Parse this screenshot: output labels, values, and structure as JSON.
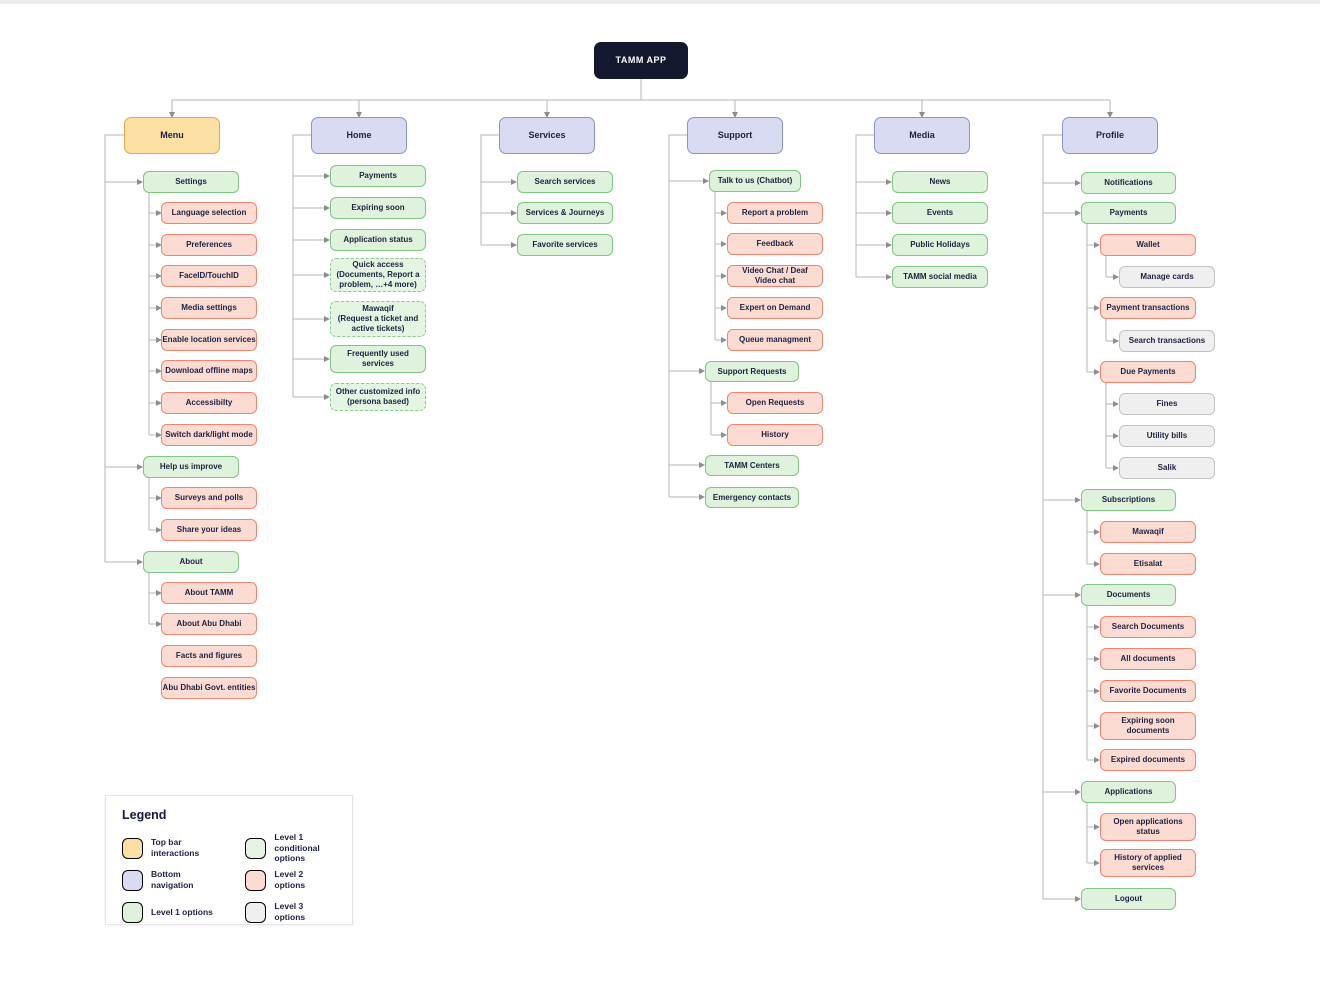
{
  "root": {
    "label": "TAMM APP"
  },
  "branches": {
    "menu": {
      "label": "Menu",
      "settings": "Settings",
      "settings_items": [
        "Language selection",
        "Preferences",
        "FaceID/TouchID",
        "Media settings",
        "Enable location services",
        "Download offline maps",
        "Accessibilty",
        "Switch dark/light mode"
      ],
      "help_us_improve": "Help us improve",
      "help_items": [
        "Surveys and polls",
        "Share your ideas"
      ],
      "about": "About",
      "about_items": [
        "About TAMM",
        "About Abu Dhabi",
        "Facts and figures",
        "Abu Dhabi Govt. entities"
      ]
    },
    "home": {
      "label": "Home",
      "items": [
        "Payments",
        "Expiring soon",
        "Application status",
        "Quick access\n(Documents, Report a\nproblem, …+4 more)",
        "Mawaqif\n(Request a ticket and\nactive tickets)",
        "Frequently used\nservices",
        "Other customized info\n(persona based)"
      ]
    },
    "services": {
      "label": "Services",
      "items": [
        "Search services",
        "Services & Journeys",
        "Favorite services"
      ]
    },
    "support": {
      "label": "Support",
      "talk_to_us": "Talk to us (Chatbot)",
      "talk_items": [
        "Report a problem",
        "Feedback",
        "Video Chat / Deaf\nVideo chat",
        "Expert on Demand",
        "Queue managment"
      ],
      "support_requests": "Support Requests",
      "request_items": [
        "Open Requests",
        "History"
      ],
      "tamm_centers": "TAMM Centers",
      "emergency_contacts": "Emergency contacts"
    },
    "media": {
      "label": "Media",
      "items": [
        "News",
        "Events",
        "Public Holidays",
        "TAMM social media"
      ]
    },
    "profile": {
      "label": "Profile",
      "notifications": "Notifications",
      "payments": "Payments",
      "wallet": "Wallet",
      "manage_cards": "Manage cards",
      "payment_transactions": "Payment transactions",
      "search_transactions": "Search transactions",
      "due_payments": "Due Payments",
      "due_items": [
        "Fines",
        "Utility bills",
        "Salik"
      ],
      "subscriptions": "Subscriptions",
      "subscription_items": [
        "Mawaqif",
        "Etisalat"
      ],
      "documents": "Documents",
      "document_items": [
        "Search Documents",
        "All documents",
        "Favorite Documents",
        "Expiring soon\ndocuments",
        "Expired documents"
      ],
      "applications": "Applications",
      "application_items": [
        "Open applications\nstatus",
        "History of applied\nservices"
      ],
      "logout": "Logout"
    }
  },
  "legend": {
    "title": "Legend",
    "items": [
      {
        "label": "Top bar interactions"
      },
      {
        "label": "Bottom navigation"
      },
      {
        "label": "Level 1 options"
      },
      {
        "label": "Level 1 conditional\noptions"
      },
      {
        "label": "Level 2 options"
      },
      {
        "label": "Level 3 options"
      }
    ]
  },
  "colors": {
    "root_fill": "#14182e",
    "topbar_fill": "#fbdfa3",
    "bottomnav_fill": "#d8dbf2",
    "level1_fill": "#def2dc",
    "level1_conditional_fill": "#e4f5e1",
    "level2_fill": "#fcdcd2",
    "level3_fill": "#efefef",
    "connector": "#b6b6b6",
    "text": "#1d2140"
  }
}
